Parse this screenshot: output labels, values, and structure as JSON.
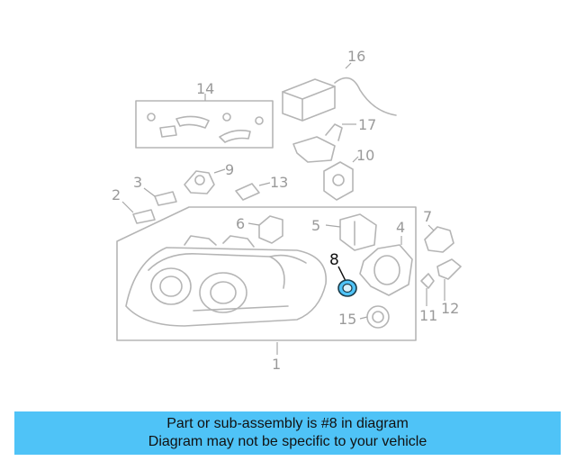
{
  "diagram": {
    "callouts": {
      "c1": "1",
      "c2": "2",
      "c3": "3",
      "c4": "4",
      "c5": "5",
      "c6": "6",
      "c7": "7",
      "c8": "8",
      "c9": "9",
      "c10": "10",
      "c11": "11",
      "c12": "12",
      "c13": "13",
      "c14": "14",
      "c15": "15",
      "c16": "16",
      "c17": "17"
    },
    "highlight_color": "#4fc3f7",
    "highlighted_part": "8"
  },
  "banner": {
    "line1": "Part or sub-assembly is #8 in diagram",
    "line2": "Diagram may not be specific to your vehicle",
    "color": "#4fc3f7"
  }
}
